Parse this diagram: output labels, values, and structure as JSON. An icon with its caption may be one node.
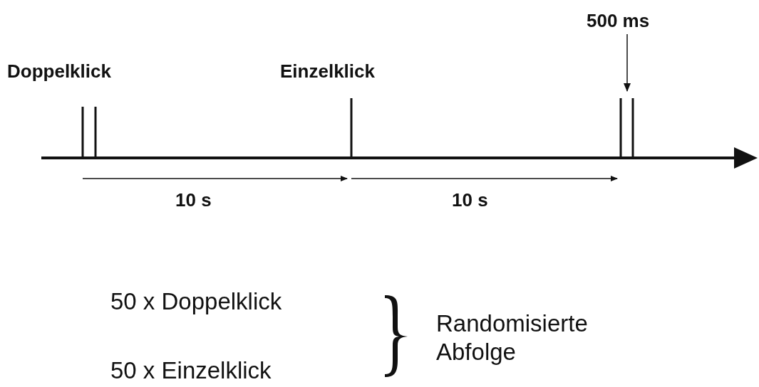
{
  "diagram": {
    "nodes": [
      {
        "text": [],
        "shape": "bracket"
      }
    ],
    "labels": [
      "500 ms",
      "Doppelklick",
      "Einzelklick",
      "10 s",
      "10 s",
      "50 x Doppelklick",
      "Randomisierte Abfolge",
      "50 x Einzelklick"
    ]
  }
}
